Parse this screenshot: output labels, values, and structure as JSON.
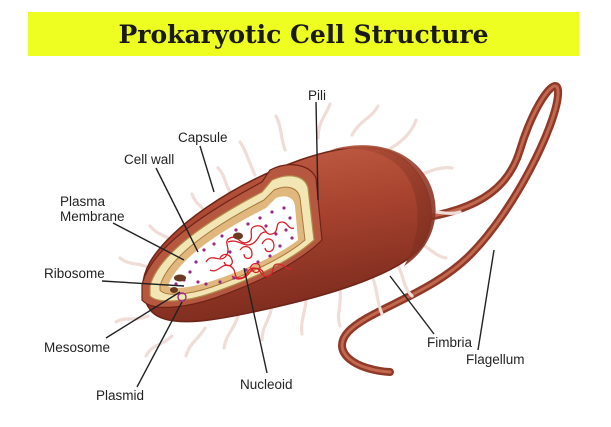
{
  "title": "Prokaryotic Cell Structure",
  "labels": {
    "pili": "Pili",
    "capsule": "Capsule",
    "cell_wall": "Cell wall",
    "plasma_membrane_line1": "Plasma",
    "plasma_membrane_line2": "Membrane",
    "ribosome": "Ribosome",
    "mesosome": "Mesosome",
    "plasmid": "Plasmid",
    "nucleoid": "Nucleoid",
    "fimbria": "Fimbria",
    "flagellum": "Flagellum"
  },
  "colors": {
    "title_background": "#eefe21",
    "capsule": "#a8432f",
    "cell_wall": "#f2e7b4",
    "cytoplasm": "#ffffff",
    "dna": "#d9202a",
    "ribosome_dots": "#9a2a8a",
    "pili": "#f0ddd8"
  }
}
